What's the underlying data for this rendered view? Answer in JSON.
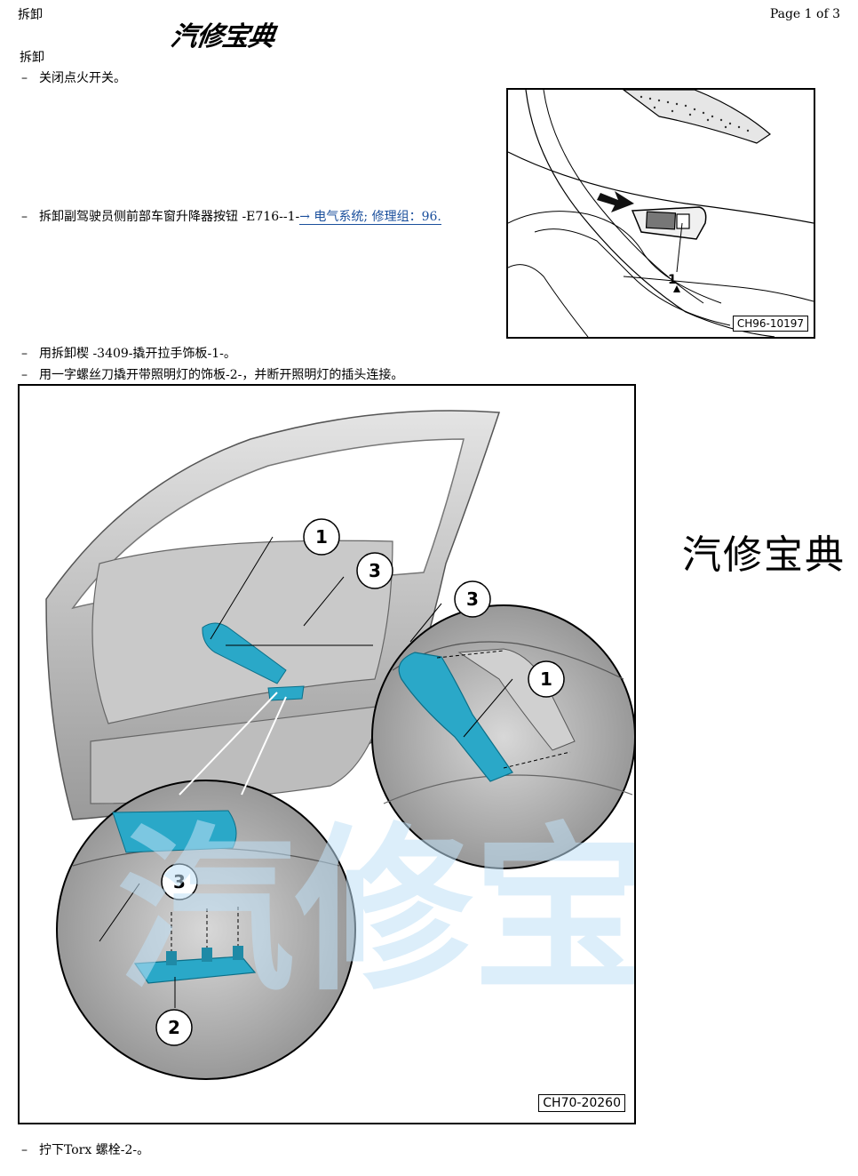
{
  "header": {
    "title": "拆卸",
    "page": "Page 1 of 3",
    "logo": "汽修宝典"
  },
  "section_title": "拆卸",
  "steps": [
    {
      "dash": "–",
      "text": "关闭点火开关。"
    },
    {
      "dash": "–",
      "text": "拆卸副驾驶员侧前部车窗升降器按钮 -E716--1-",
      "link": "→ 电气系统; 修理组：96"
    },
    {
      "dash": "–",
      "text": "用拆卸楔 -3409-撬开拉手饰板-1-。"
    },
    {
      "dash": "–",
      "text": "用一字螺丝刀撬开带照明灯的饰板-2-，并断开照明灯的插头连接。"
    },
    {
      "dash": "–",
      "text": "拧下Torx 螺栓-2-。"
    }
  ],
  "figure1": {
    "code": "CH96-10197",
    "callouts": [
      "1"
    ]
  },
  "figure2": {
    "code": "CH70-20260",
    "callouts": [
      "1",
      "3",
      "3",
      "1",
      "3",
      "2"
    ],
    "watermark": "汽修宝典"
  },
  "side_mark": "汽修宝典",
  "colors": {
    "link": "#1a4f9c",
    "part_highlight": "#2aa8c8",
    "watermark": "#bfe0f5"
  }
}
